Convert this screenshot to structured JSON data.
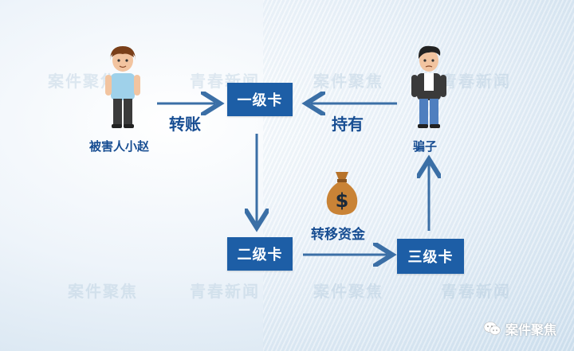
{
  "cards": {
    "level1": "一级卡",
    "level2": "二级卡",
    "level3": "三级卡"
  },
  "labels": {
    "victim": "被害人小赵",
    "scammer": "骗子",
    "transfer": "转账",
    "hold": "持有",
    "move_funds": "转移资金"
  },
  "watermark_text": "青春新闻",
  "watermark_text_2": "案件聚焦",
  "brand": {
    "name": "案件聚焦"
  },
  "colors": {
    "card_fill": "#1d5ea6",
    "arrow": "#3b6fa6",
    "label_text": "#174d92"
  }
}
